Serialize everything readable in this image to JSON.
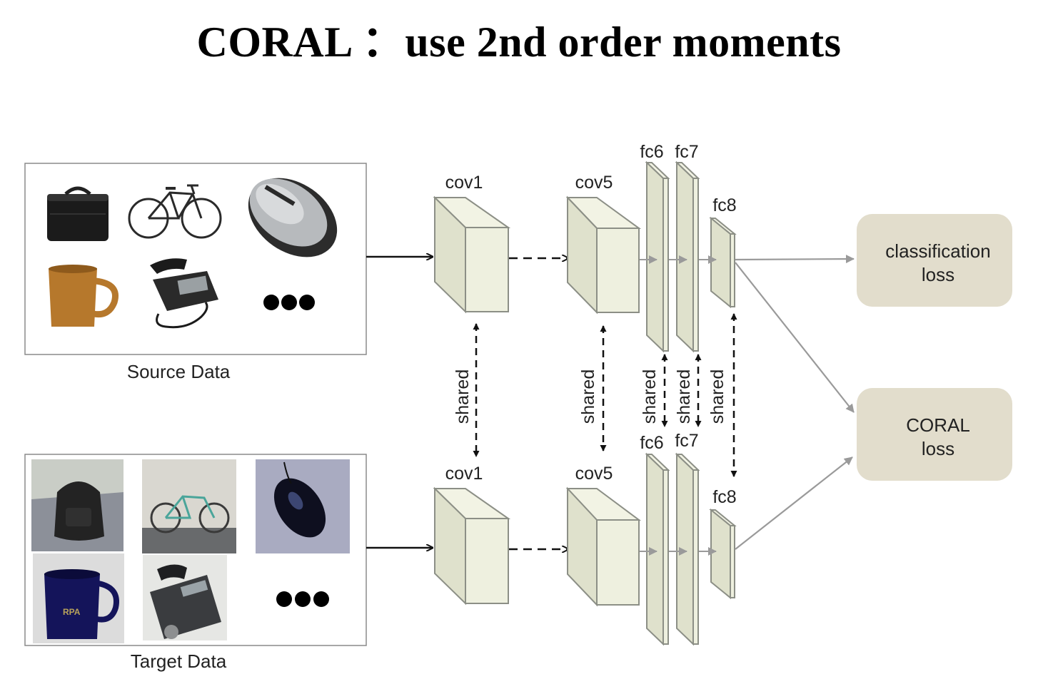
{
  "title": "CORAL  ：use 2nd order moments",
  "source_panel": {
    "caption": "Source Data"
  },
  "target_panel": {
    "caption": "Target Data"
  },
  "layers": {
    "cov1": "cov1",
    "cov5": "cov5",
    "fc6": "fc6",
    "fc7": "fc7",
    "fc8": "fc8"
  },
  "shared_label": "shared",
  "loss_boxes": {
    "classification": [
      "classification",
      "loss"
    ],
    "coral": [
      "CORAL",
      "loss"
    ]
  },
  "colors": {
    "block_fill": "#eef0df",
    "block_side": "#dfe1cc",
    "block_stroke": "#8c8f86",
    "loss_fill": "#e2ddcc",
    "arrow_gray": "#9a9a9a"
  }
}
